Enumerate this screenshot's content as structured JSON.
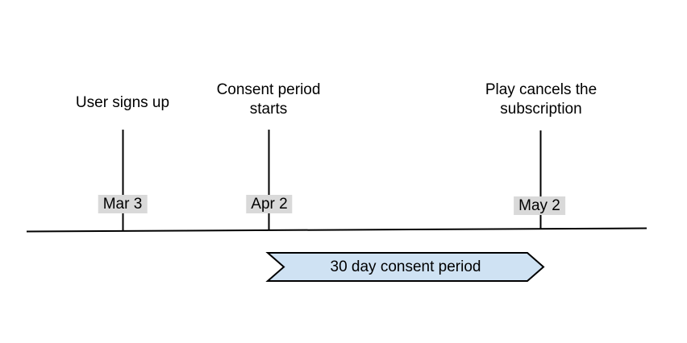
{
  "diagram": {
    "type": "timeline",
    "background": "#ffffff",
    "events": [
      {
        "title": "User signs up",
        "date": "Mar 3"
      },
      {
        "title": "Consent period\nstarts",
        "date": "Apr 2"
      },
      {
        "title": "Play cancels the\nsubscription",
        "date": "May 2"
      }
    ],
    "ribbon": {
      "label": "30 day consent period",
      "fill_color": "#cfe2f3",
      "border_color": "#000000"
    },
    "date_chip_background": "#d9d9d9",
    "line_color": "#000000",
    "text_color": "#000000"
  }
}
